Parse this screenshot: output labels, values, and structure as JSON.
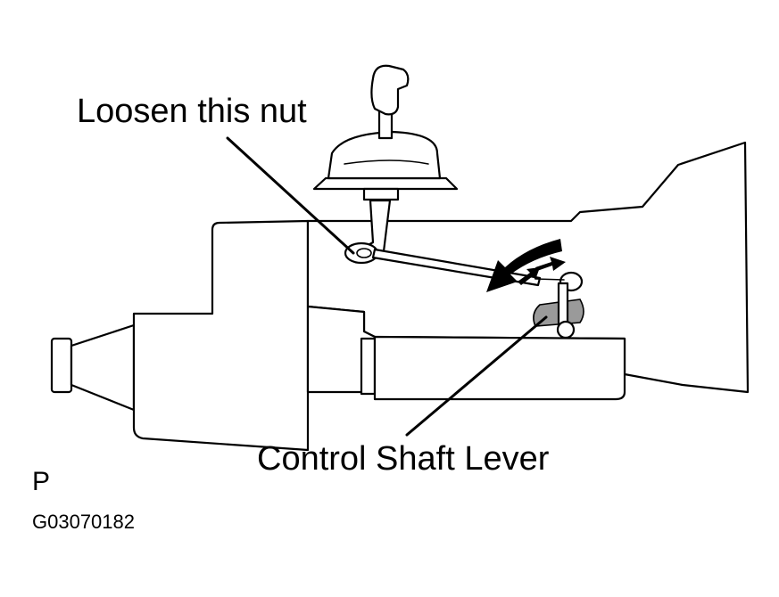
{
  "diagram": {
    "callouts": {
      "nut": "Loosen this nut",
      "lever": "Control Shaft Lever"
    },
    "position_indicator": "P",
    "figure_code": "G03070182"
  }
}
